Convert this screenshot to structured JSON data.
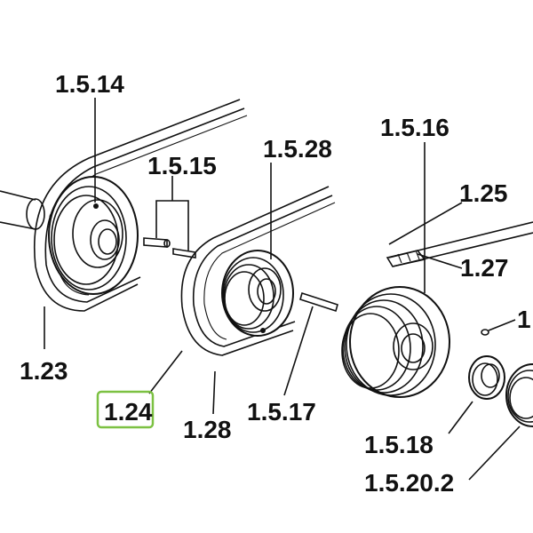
{
  "labels": {
    "l_1_5_14": "1.5.14",
    "l_1_5_15": "1.5.15",
    "l_1_5_28": "1.5.28",
    "l_1_5_16": "1.5.16",
    "l_1_25": "1.25",
    "l_1_27": "1.27",
    "l_1_partial": "1",
    "l_1_23": "1.23",
    "l_1_24": "1.24",
    "l_1_28": "1.28",
    "l_1_5_17": "1.5.17",
    "l_1_5_18": "1.5.18",
    "l_1_5_20_2": "1.5.20.2"
  },
  "highlight": {
    "target": "1.24",
    "color": "#7cc142"
  }
}
